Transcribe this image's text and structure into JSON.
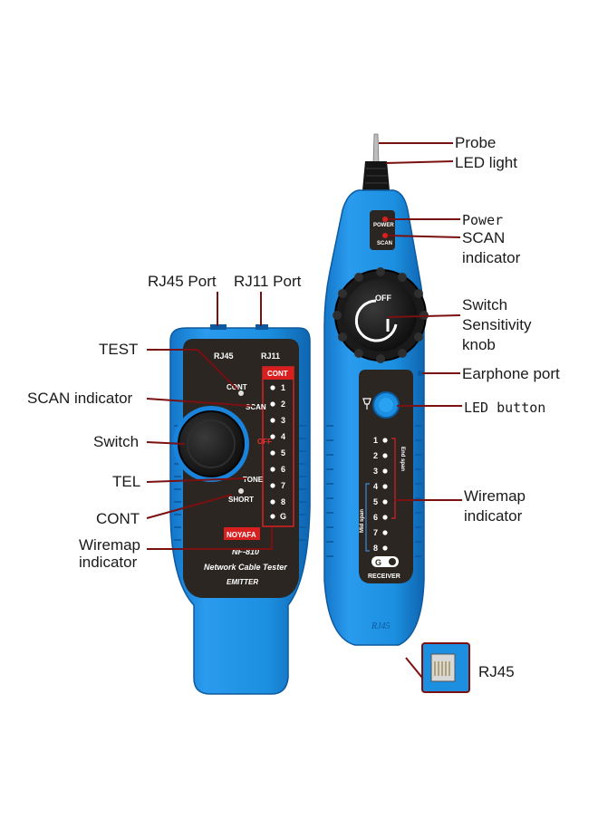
{
  "emitter": {
    "port_rj45": "RJ45",
    "port_rj11": "RJ11",
    "cont": "CONT",
    "scan": "SCAN",
    "off": "OFF",
    "tone": "TONE",
    "short": "SHORT",
    "cont_box": "CONT",
    "numbers": [
      "1",
      "2",
      "3",
      "4",
      "5",
      "6",
      "7",
      "8",
      "G"
    ],
    "brand": "NOYAFA",
    "model": "NF-810",
    "product": "Network Cable Tester",
    "role": "EMITTER"
  },
  "receiver": {
    "power": "POWER",
    "scan": "SCAN",
    "off": "OFF",
    "numbers": [
      "1",
      "2",
      "3",
      "4",
      "5",
      "6",
      "7",
      "8"
    ],
    "end_span": "End span",
    "mid_span": "Mid span",
    "ground": "G",
    "role": "RECEIVER",
    "port": "RJ45"
  },
  "callouts": {
    "rj45_port": "RJ45 Port",
    "rj11_port": "RJ11 Port",
    "test": "TEST",
    "scan_indicator": "SCAN indicator",
    "switch": "Switch",
    "tel": "TEL",
    "cont": "CONT",
    "wiremap_left": "Wiremap\nindicator",
    "probe": "Probe",
    "led_light": "LED light",
    "power": "Power",
    "scan_indicator_right": "SCAN\nindicator",
    "switch_knob": "Switch\nSensitivity\nknob",
    "earphone_port": "Earphone port",
    "led_button": "LED button",
    "wiremap_right": "Wiremap\nindicator",
    "rj45_inset": "RJ45"
  },
  "colors": {
    "device_blue": "#1c8fe0",
    "device_dark_blue": "#0f6fc0",
    "panel": "#2b2622",
    "leader_line": "#7a1010",
    "red_box": "#d92020"
  }
}
